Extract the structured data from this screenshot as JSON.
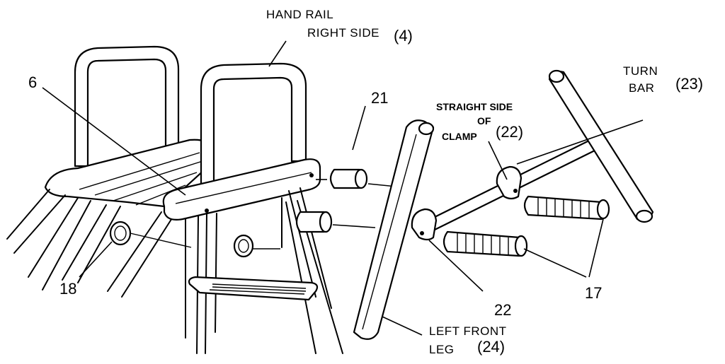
{
  "labels": {
    "hand_rail_line1": "HAND RAIL",
    "hand_rail_line2": "RIGHT SIDE",
    "hand_rail_ref": "(4)",
    "part_6": "6",
    "part_21": "21",
    "straight_line1": "STRAIGHT SIDE",
    "straight_line2": "OF",
    "straight_line3": "CLAMP",
    "straight_ref": "(22)",
    "turn_line1": "TURN",
    "turn_line2": "BAR",
    "turn_ref": "(23)",
    "part_18": "18",
    "part_22": "22",
    "part_17": "17",
    "left_front_line1": "LEFT FRONT",
    "left_front_line2": "LEG",
    "left_front_ref": "(24)"
  }
}
